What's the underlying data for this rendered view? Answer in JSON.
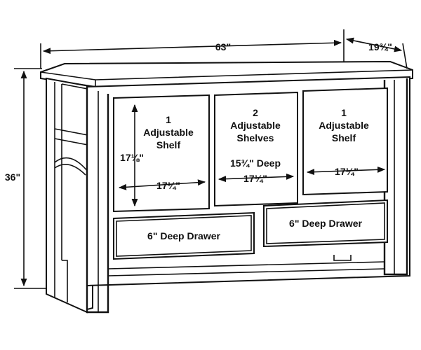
{
  "dimensions": {
    "width": "63\"",
    "depth": "19¾\"",
    "height": "36\""
  },
  "left_panel": {
    "count": "1",
    "line1": "Adjustable",
    "line2": "Shelf",
    "height": "17⅛\"",
    "width": "17¼\""
  },
  "center_panel": {
    "count": "2",
    "line1": "Adjustable",
    "line2": "Shelves",
    "depth": "15¾\" Deep",
    "width": "17¼\""
  },
  "right_panel": {
    "count": "1",
    "line1": "Adjustable",
    "line2": "Shelf",
    "width": "17¼\""
  },
  "drawers": {
    "left": "6\" Deep Drawer",
    "right": "6\" Deep Drawer"
  }
}
